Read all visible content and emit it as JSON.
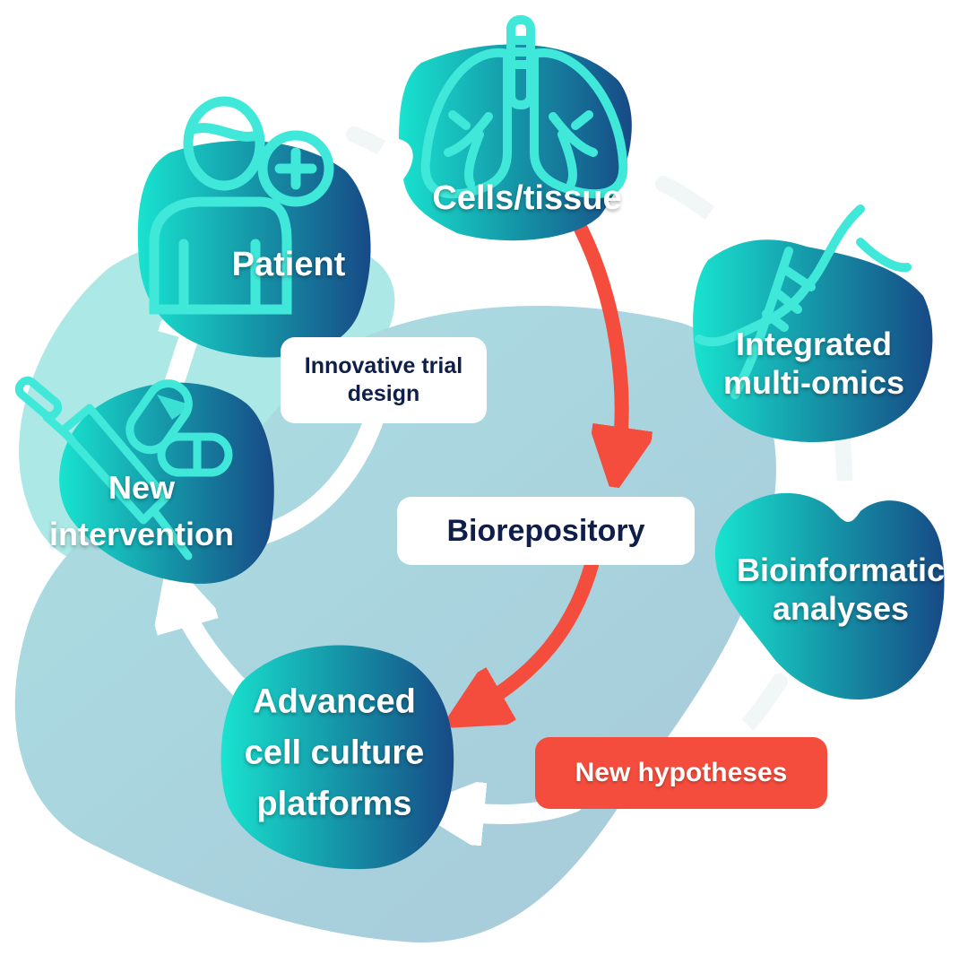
{
  "diagram": {
    "type": "cycle",
    "colors": {
      "node_gradient_start": "#19e3cf",
      "node_gradient_end": "#174a86",
      "icon_stroke": "#3fe8d8",
      "background_blob_light": "#aae8e6",
      "background_blob_main": "#a9d2dc",
      "red_flow": "#f54d3d",
      "white_flow": "#ffffff",
      "label_dark": "#0f1f4a"
    },
    "nodes": [
      {
        "id": "patient",
        "label": "Patient",
        "icon": "patient-plus-icon"
      },
      {
        "id": "cells",
        "label": "Cells/tissue",
        "icon": "lungs-icon"
      },
      {
        "id": "omics",
        "label_lines": [
          "Integrated",
          "multi-omics"
        ],
        "icon": "dna-icon"
      },
      {
        "id": "bioinf",
        "label_lines": [
          "Bioinformatic",
          "analyses"
        ],
        "icon": ""
      },
      {
        "id": "culture",
        "label_lines": [
          "Advanced",
          "cell culture",
          "platforms"
        ],
        "icon": ""
      },
      {
        "id": "intervention",
        "label_lines": [
          "New",
          "intervention"
        ],
        "icon": "syringe-pills-icon"
      }
    ],
    "boxes": {
      "trial": [
        "Innovative trial",
        "design"
      ],
      "biorepository": "Biorepository",
      "hypotheses": "New hypotheses"
    },
    "edges": [
      {
        "from": "patient",
        "to": "cells",
        "style": "white"
      },
      {
        "from": "cells",
        "to": "omics",
        "style": "white"
      },
      {
        "from": "omics",
        "to": "bioinf",
        "style": "white"
      },
      {
        "from": "bioinf",
        "to": "hypotheses",
        "style": "white"
      },
      {
        "from": "hypotheses",
        "to": "culture",
        "style": "white"
      },
      {
        "from": "culture",
        "to": "intervention",
        "style": "white"
      },
      {
        "from": "intervention",
        "to": "patient",
        "style": "white",
        "via": "trial"
      },
      {
        "from": "cells",
        "to": "biorepository",
        "style": "red"
      },
      {
        "from": "biorepository",
        "to": "culture",
        "style": "red"
      }
    ]
  }
}
